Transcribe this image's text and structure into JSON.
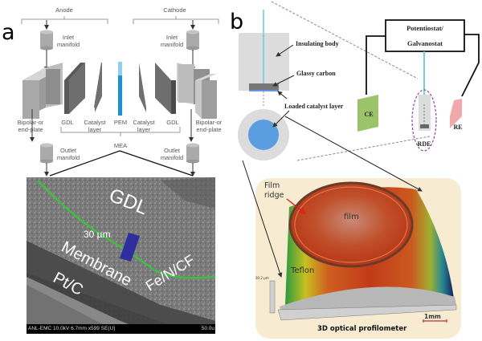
{
  "figure": {
    "panel_a": {
      "letter": "a",
      "anode_label": "Anode",
      "cathode_label": "Cathode",
      "inlet_manifold_left": "Inlet\nmanifold",
      "inlet_manifold_right": "Inlet\nmanifold",
      "outlet_manifold_left": "Outlet\nmanifold",
      "outlet_manifold_right": "Outlet\nmanifold",
      "bipolar_left": "Bipolar-or\nend-plate",
      "bipolar_right": "Bipolar-or\nend-plate",
      "gdl_left": "GDL",
      "catalyst_left": "Catalyst\nlayer",
      "pem": "PEM",
      "catalyst_right": "Catalyst\nlayer",
      "gdl_right": "GDL",
      "mea": "MEA",
      "sem": {
        "gdl_label": "GDL",
        "scale_label": "30 µm",
        "membrane_label": "Membrane",
        "ptc_label": "Pt/C",
        "fencf_label": "Fe/N/CF",
        "info_bar": "ANL-EMC 10.0kV 6.7mm x599 SE(U)",
        "scale_bar": "50.0u"
      }
    },
    "panel_b": {
      "letter": "b",
      "insulating_body": "Insulating body",
      "glassy_carbon": "Glassy carbon",
      "loaded_catalyst": "Loaded catalyst layer",
      "potentiostat_line1": "Potentiostat/",
      "potentiostat_line2": "Galvanostat",
      "ce": "CE",
      "rde": "RDE",
      "re": "RE",
      "profilometer": {
        "film_ridge": "Film\nridge",
        "film": "film",
        "teflon": "Teflon",
        "z_scale": "30.2 µm",
        "scale_bar": "1mm",
        "caption": "3D optical profilometer"
      }
    },
    "colors": {
      "pem_blue": "#1e90d0",
      "green_line": "#3fbf3f",
      "blue_marker": "#2e2e9e",
      "ce_green": "#9bc46a",
      "re_pink": "#f0a8a8",
      "teal_shaft": "#6cc8d8",
      "catalyst_blue": "#5a9ee0",
      "profilometer_bg": "#f7ebd2"
    }
  }
}
